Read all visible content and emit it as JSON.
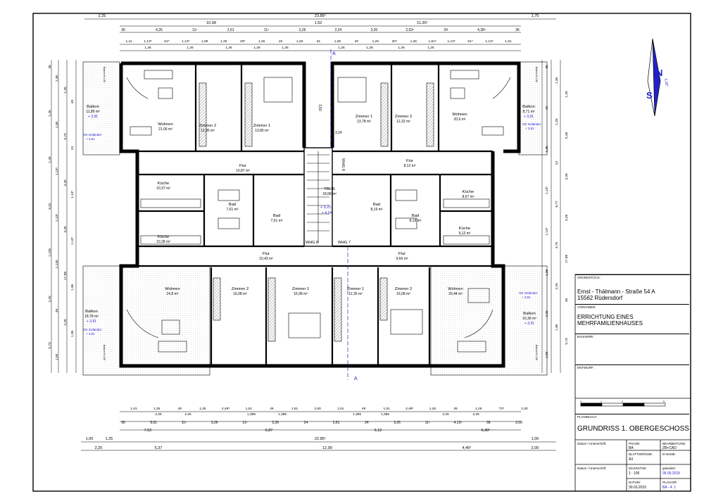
{
  "dimensions_top": {
    "overall": "23,85⁵",
    "left_outer": "2,25",
    "right_outer": "1,75",
    "row2": [
      "10,98",
      "1,52",
      "11,35⁵"
    ],
    "row3": [
      "36",
      "4,26",
      "11⁵",
      "2,51",
      "11⁵",
      "3,26",
      "2,24",
      "3,26",
      "2,63⁵",
      "24",
      "4,38⁵",
      "36"
    ],
    "row4": [
      "1,11",
      "1,13⁵",
      "61⁵",
      "1,13⁵",
      "1,99",
      "1,26",
      "20⁵",
      "1,26",
      "20",
      "1,26",
      "61",
      "1,26",
      "20",
      "1,26",
      "20⁵",
      "1,26",
      "1,61⁵",
      "1,13⁵",
      "61⁵",
      "1,13⁵",
      "1,61"
    ],
    "row5": [
      "1,26",
      "1,26",
      "1,26",
      "1,26",
      "1,26",
      "1,26",
      "1,26",
      "1,26",
      "1,26"
    ]
  },
  "dimensions_bottom": {
    "row1": [
      "1,61",
      "1,26",
      "49",
      "1,26",
      "2,48⁵",
      "1,51",
      "49",
      "1,51",
      "2,50",
      "1,51",
      "49",
      "1,51",
      "2,48⁵",
      "1,26",
      "49",
      "1,26",
      "73⁵",
      "1,00"
    ],
    "row1b": [
      "2,26",
      "2,26",
      "1,385",
      "1,385",
      "1,385",
      "1,385",
      "2,26",
      "2,26"
    ],
    "row2": [
      "36",
      "5,01",
      "11⁵",
      "3,26",
      "11⁵",
      "3,26",
      "24",
      "2,51",
      "24",
      "3,26",
      "11⁵",
      "4,13⁵",
      "36",
      "2,00"
    ],
    "row3": [
      "7,62",
      "6,87",
      "6,12",
      "6,49⁵"
    ],
    "row4": [
      "1,00",
      "1,25",
      "22,85⁵",
      "1,00"
    ],
    "row5": [
      "2,25",
      "5,37",
      "12,99",
      "4,49⁵",
      "2,00"
    ]
  },
  "dimensions_left": [
    "36",
    "1,36",
    "1,26",
    "49",
    "1,26",
    "1,36",
    "5,73",
    "24",
    "1,26",
    "1,13⁵",
    "3,26",
    "1,13⁵",
    "6,52",
    "1,13⁵",
    "3,26",
    "1,13⁵",
    "1,135",
    "1,135",
    "17,98",
    "1,36",
    "2,26",
    "49",
    "2,26",
    "1,36",
    "5,73",
    "1,00"
  ],
  "dimensions_right": [
    "36",
    "1,36",
    "1,26",
    "49",
    "1,26",
    "5,48",
    "1,36",
    "24",
    "3,26",
    "1,13⁵",
    "6,77",
    "3,26",
    "1,13⁵",
    "3,75",
    "17,98",
    "1,36",
    "2,26",
    "49",
    "2,26",
    "1,36",
    "5,73",
    "1,00"
  ],
  "rooms": {
    "balkon_nw": {
      "name": "Balkon",
      "area": "11,89 m²",
      "level": "+ 3,91"
    },
    "wohnen_nw": {
      "name": "Wohnen",
      "area": "21,06 m²"
    },
    "zimmer2_nw": {
      "name": "Zimmer 2",
      "area": "12,35 m²"
    },
    "zimmer1_nw": {
      "name": "Zimmer 1",
      "area": "13,85 m²"
    },
    "zimmer1_ne": {
      "name": "Zimmer 1",
      "area": "13,78 m²"
    },
    "zimmer2_ne": {
      "name": "Zimmer 2",
      "area": "12,32 m²"
    },
    "wohnen_ne": {
      "name": "Wohnen",
      "area": "20,6 m²"
    },
    "balkon_ne": {
      "name": "Balkon",
      "area": "8,71 m²",
      "level": "+ 3,91"
    },
    "flur_nw": {
      "name": "Flur",
      "area": "10,87 m²"
    },
    "flur_ne": {
      "name": "Flur",
      "area": "8,12 m²"
    },
    "kueche_nw": {
      "name": "Küche",
      "area": "10,37 m²"
    },
    "kueche_ne": {
      "name": "Küche",
      "area": "8,67 m²"
    },
    "bad_w1": {
      "name": "Bad",
      "area": "7,61 m²"
    },
    "bad_w2": {
      "name": "Bad",
      "area": "7,61 m²"
    },
    "trhs": {
      "name": "TRHS",
      "area": "18,68 m²"
    },
    "bad_e1": {
      "name": "Bad",
      "area": "8,19 m²"
    },
    "bad_e2": {
      "name": "Bad",
      "area": "8,19 m²"
    },
    "kueche_sw": {
      "name": "Küche",
      "area": "10,28 m²"
    },
    "kueche_se": {
      "name": "Küche",
      "area": "9,12 m²"
    },
    "flur_sw": {
      "name": "Flur",
      "area": "10,43 m²"
    },
    "flur_se": {
      "name": "Flur",
      "area": "9,66 m²"
    },
    "wohnen_sw": {
      "name": "Wohnen",
      "area": "24,8 m²"
    },
    "zimmer2_sw": {
      "name": "Zimmer 2",
      "area": "16,08 m²"
    },
    "zimmer1_sw": {
      "name": "Zimmer 1",
      "area": "16,08 m²"
    },
    "zimmer1_se": {
      "name": "Zimmer 1",
      "area": "12,35 m²"
    },
    "zimmer2_se": {
      "name": "Zimmer 2",
      "area": "16,08 m²"
    },
    "wohnen_se": {
      "name": "Wohnen",
      "area": "20,44 m²"
    },
    "balkon_sw": {
      "name": "Balkon",
      "area": "18,78 m²",
      "level": "+ 3,91"
    },
    "balkon_se": {
      "name": "Balkon",
      "area": "16,36 m²",
      "level": "+ 3,91"
    }
  },
  "labels": {
    "whg5": "WHG 5",
    "whg6": "WHG 6",
    "whg7": "WHG 7",
    "whg8": "WHG 8",
    "ok_gelaender": "OK Geländer",
    "ok_value": "+ 3,91",
    "section_a": "A",
    "landing_level": "+ 5,21",
    "landing_level2": "+ 4,24",
    "stair_note": "3,50",
    "stair_dim": "3,24",
    "balkon_h": "Balkon H 2,60"
  },
  "north": {
    "n": "N",
    "s": "S",
    "angle": "5,30°"
  },
  "title_block": {
    "grundstueck_label": "GRUNDSTÜCK:",
    "grundstueck_line1": "Ernst - Thälmann - Straße 54 A",
    "grundstueck_line2": "15562 Rüdersdorf",
    "vorhaben_label": "VORHABEN:",
    "vorhaben_line1": "ERRICHTUNG EINES",
    "vorhaben_line2": "MEHRFAMILIENHAUSES",
    "bauherr_label": "BAUHERR:",
    "entwurf_label": "ENTWURF:",
    "planinhalt_label": "PLANINHALT:",
    "planinhalt": "GRUNDRISS 1. OBERGESCHOSS",
    "datum_label1": "Datum / Unterschrift:",
    "phase_label": "PHASE:",
    "phase": "BA",
    "bearbeitung_label": "BEARBEITUNG:",
    "bearbeitung": "ZB+CAD",
    "blattgroesse_label": "BLATTGRÖSSE:",
    "blattgroesse": "A3",
    "dname_label": "D-NAME:",
    "datum_label2": "Datum / Unterschrift:",
    "massstab_label": "MASSSTAB:",
    "massstab": "1 : 100",
    "geaendert_label": "geändert:",
    "geaendert": "05.05.2015",
    "datum_label3": "DATUM:",
    "datum": "30.03.2015",
    "plannr_label": "PLAN-NR:",
    "plannr": "BA - 4. 1"
  },
  "scale_bar": [
    "0",
    "1",
    "2",
    "5"
  ],
  "colors": {
    "line": "#000000",
    "dim_blue": "#2222cc",
    "hatch": "#9a9a9a"
  }
}
